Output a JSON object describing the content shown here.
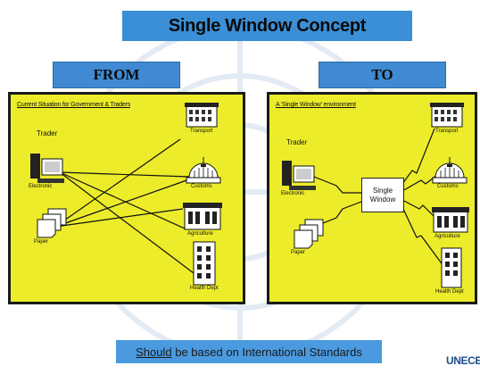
{
  "slide": {
    "title": "Single Window Concept",
    "from_label": "FROM",
    "to_label": "TO",
    "footer_emphasis": "Should",
    "footer_rest": " be based on International Standards",
    "logo_text": "UNECE"
  },
  "left_panel": {
    "title": "Current Situation for Government & Traders",
    "trader_label": "Trader",
    "nodes": {
      "trader_pc": "Electronic",
      "paper": "Paper",
      "transport": "Transport",
      "customs": "Customs",
      "agriculture": "Agriculture",
      "health": "Health Dept"
    }
  },
  "right_panel": {
    "title": "A 'Single Window' environment",
    "trader_label": "Trader",
    "single_window": "Single Window",
    "nodes": {
      "trader_pc": "Electronic",
      "paper": "Paper",
      "transport": "Transport",
      "customs": "Customs",
      "agriculture": "Agriculture",
      "health": "Health Dept"
    }
  },
  "colors": {
    "panel_yellow": "#ecec2a",
    "header_blue": "#3f8ad2",
    "footer_blue": "#4b9ae0",
    "logo_blue": "#1c4f8c"
  }
}
